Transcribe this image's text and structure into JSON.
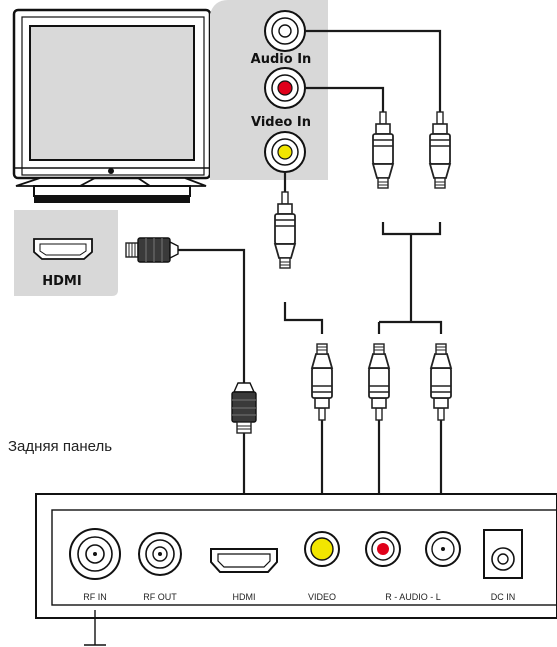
{
  "tv": {
    "audio_in_label": "Audio In",
    "video_in_label": "Video In",
    "hdmi_label": "HDMI"
  },
  "panel": {
    "title": "Задняя панель",
    "ports": {
      "rf_in": "RF IN",
      "rf_out": "RF OUT",
      "hdmi": "HDMI",
      "video": "VIDEO",
      "audio": "R - AUDIO - L",
      "dc_in": "DC IN"
    }
  },
  "colors": {
    "panel_gray": "#d8d8d8",
    "audio_white": "#ffffff",
    "audio_red": "#e0001a",
    "video_yellow": "#f2e600",
    "cable": "#1a1a1a"
  },
  "icons": [
    "tv-icon",
    "rca-plug-icon",
    "hdmi-plug-icon",
    "hdmi-port-icon",
    "coax-port-icon",
    "dc-jack-icon",
    "ground-icon"
  ]
}
